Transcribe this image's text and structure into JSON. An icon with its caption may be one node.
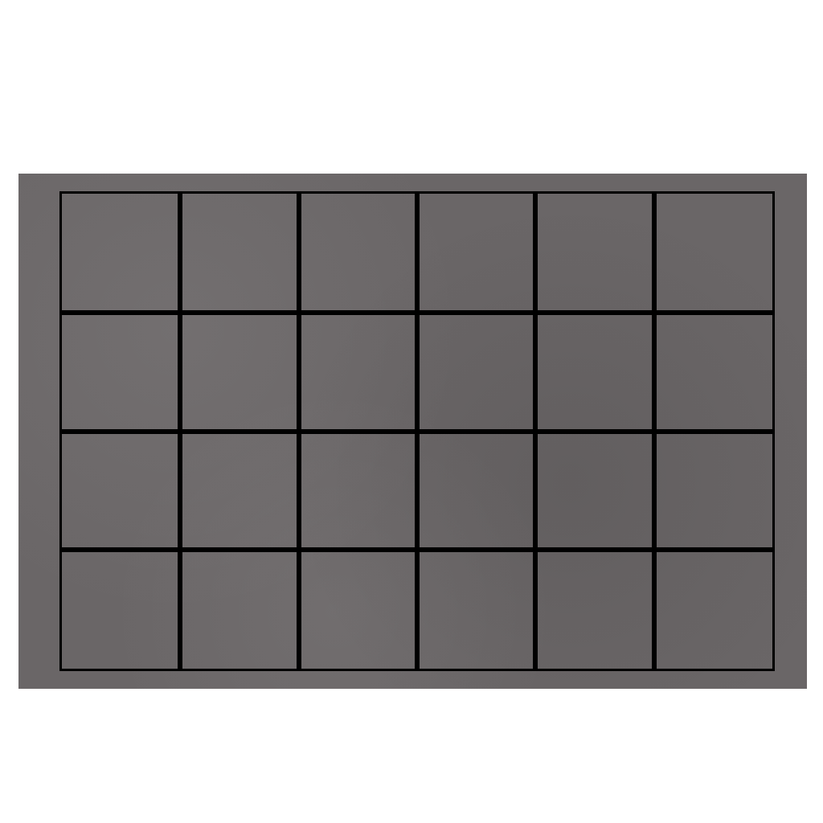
{
  "diagram": {
    "nodes": [
      {
        "text": [],
        "shape": "box"
      },
      {
        "text": [],
        "shape": "box",
        "in": 0
      },
      {
        "text": [],
        "shape": "box",
        "in": 0
      },
      {
        "text": [],
        "shape": "box",
        "in": 0
      },
      {
        "text": [],
        "shape": "box",
        "in": 0
      },
      {
        "text": [],
        "shape": "box",
        "in": 0
      },
      {
        "text": [],
        "shape": "box",
        "in": 0
      },
      {
        "text": [],
        "shape": "box",
        "in": 0
      },
      {
        "text": [],
        "shape": "box",
        "in": 0
      },
      {
        "text": [],
        "shape": "box",
        "in": 0
      },
      {
        "text": [],
        "shape": "box",
        "in": 0
      },
      {
        "text": [],
        "shape": "box",
        "in": 0
      },
      {
        "text": [],
        "shape": "box",
        "in": 0
      },
      {
        "text": [],
        "shape": "box",
        "in": 0
      },
      {
        "text": [],
        "shape": "box",
        "in": 0
      },
      {
        "text": [],
        "shape": "box",
        "in": 0
      },
      {
        "text": [],
        "shape": "box",
        "in": 0
      },
      {
        "text": [],
        "shape": "box",
        "in": 0
      },
      {
        "text": [],
        "shape": "box",
        "in": 0
      },
      {
        "text": [],
        "shape": "box",
        "in": 0
      },
      {
        "text": [],
        "shape": "box",
        "in": 0
      },
      {
        "text": [],
        "shape": "box",
        "in": 0
      },
      {
        "text": [],
        "shape": "box",
        "in": 0
      },
      {
        "text": [],
        "shape": "box",
        "in": 0
      },
      {
        "text": [],
        "shape": "box",
        "in": 0
      }
    ]
  }
}
